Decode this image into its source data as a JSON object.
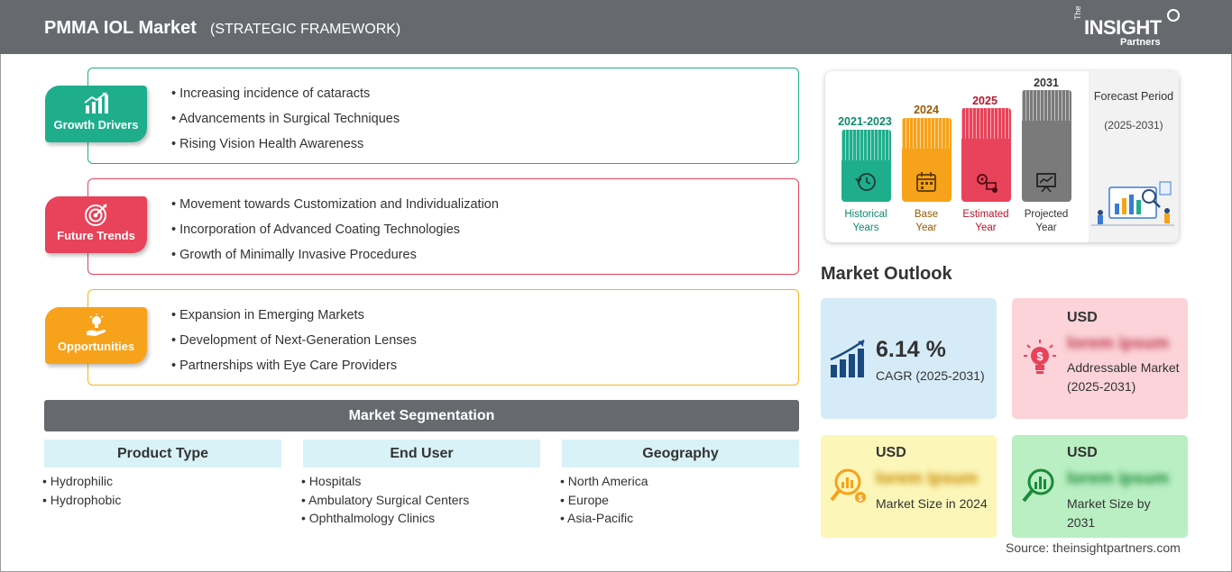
{
  "header": {
    "title": "PMMA IOL Market",
    "subtitle": "(STRATEGIC FRAMEWORK)",
    "logo_the": "The",
    "logo_insight": "INSIGHT",
    "logo_partners": "Partners"
  },
  "drivers": [
    {
      "label": "Growth Drivers",
      "color": "#1fae8c",
      "icon": "growth-chart-icon",
      "items": [
        "Increasing incidence of cataracts",
        "Advancements in Surgical Techniques",
        "Rising Vision Health Awareness"
      ]
    },
    {
      "label": "Future Trends",
      "color": "#e8435a",
      "icon": "target-icon",
      "items": [
        "Movement towards Customization and Individualization",
        "Incorporation of Advanced Coating Technologies",
        "Growth of Minimally Invasive Procedures"
      ]
    },
    {
      "label": "Opportunities",
      "color": "#f7a21b",
      "icon": "idea-hand-icon",
      "items": [
        "Expansion in Emerging Markets",
        "Development of Next-Generation Lenses",
        "Partnerships with Eye Care Providers"
      ]
    }
  ],
  "segmentation": {
    "title": "Market Segmentation",
    "columns": [
      {
        "head": "Product Type",
        "items": [
          "Hydrophilic",
          "Hydrophobic"
        ]
      },
      {
        "head": "End User",
        "items": [
          "Hospitals",
          "Ambulatory Surgical Centers",
          "Ophthalmology Clinics"
        ]
      },
      {
        "head": "Geography",
        "items": [
          "North America",
          "Europe",
          "Asia-Pacific"
        ]
      }
    ]
  },
  "timeline": {
    "bars": [
      {
        "year": "2021-2023",
        "label1": "Historical",
        "label2": "Years",
        "color": "#1fae8c",
        "year_color": "#0e8a6e",
        "icon": "history-clock-icon"
      },
      {
        "year": "2024",
        "label1": "Base",
        "label2": "Year",
        "color": "#f7a21b",
        "year_color": "#9a5a00",
        "icon": "calendar-icon"
      },
      {
        "year": "2025",
        "label1": "Estimated",
        "label2": "Year",
        "color": "#e8435a",
        "year_color": "#b5162d",
        "icon": "estimate-gears-icon"
      },
      {
        "year": "2031",
        "label1": "Projected",
        "label2": "Year",
        "color": "#7a7a7a",
        "year_color": "#333333",
        "icon": "presentation-board-icon"
      }
    ],
    "forecast_title": "Forecast Period",
    "forecast_years": "(2025-2031)"
  },
  "outlook": {
    "title": "Market Outlook",
    "cagr_value": "6.14 %",
    "cagr_label": "CAGR (2025-2031)",
    "addressable": {
      "usd": "USD",
      "value": "lorem ipsum",
      "desc": "Addressable Market (2025-2031)"
    },
    "size_2024": {
      "usd": "USD",
      "value": "lorem ipsum",
      "desc": "Market Size in 2024"
    },
    "size_2031": {
      "usd": "USD",
      "value": "lorem ipsum",
      "desc": "Market Size by 2031"
    }
  },
  "source": "Source: theinsightpartners.com"
}
